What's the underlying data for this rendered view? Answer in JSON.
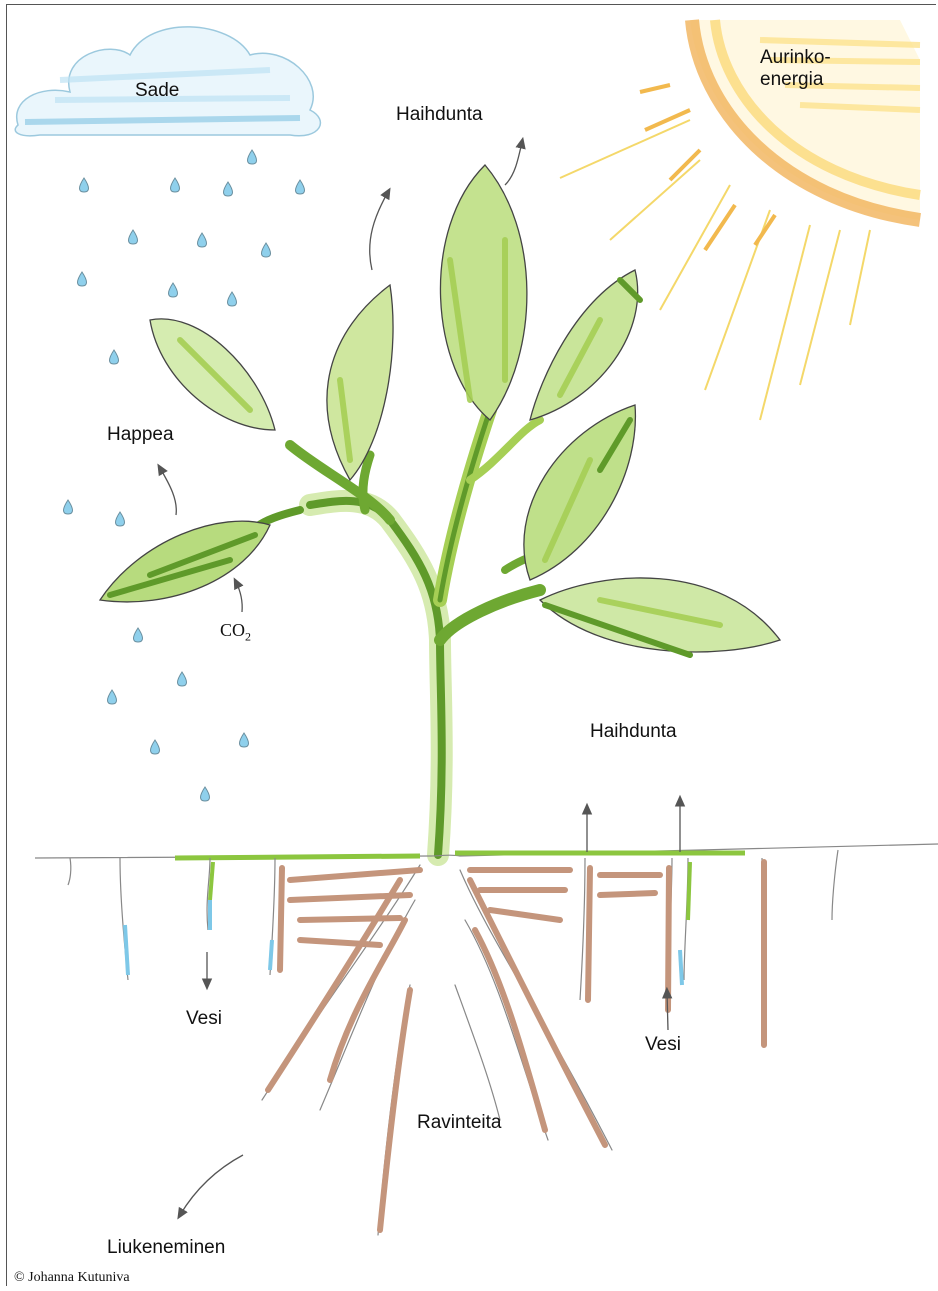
{
  "labels": {
    "sade": "Sade",
    "aurinko": "Aurinko-\nenergia",
    "haihdunta_top": "Haihdunta",
    "happea": "Happea",
    "co2": "CO",
    "co2_sub": "2",
    "haihdunta_right": "Haihdunta",
    "vesi_left": "Vesi",
    "vesi_right": "Vesi",
    "ravinteita": "Ravinteita",
    "liukeneminen": "Liukeneminen"
  },
  "copyright": "© Johanna Kutuniva",
  "colors": {
    "leaf_light": "#c9e59a",
    "leaf_mid": "#a6cf55",
    "leaf_dark": "#5f9a2a",
    "root_brown": "#c4957c",
    "soil_line": "#8cc63f",
    "rain_blue": "#7ec8e8",
    "cloud_blue": "#b6dff2",
    "sun_yellow": "#fde08a",
    "sun_orange": "#f3b04a",
    "arrow_gray": "#555555"
  },
  "icons": [
    "cloud-icon",
    "sun-icon",
    "raindrop-icon",
    "plant-icon",
    "arrow-icon"
  ]
}
